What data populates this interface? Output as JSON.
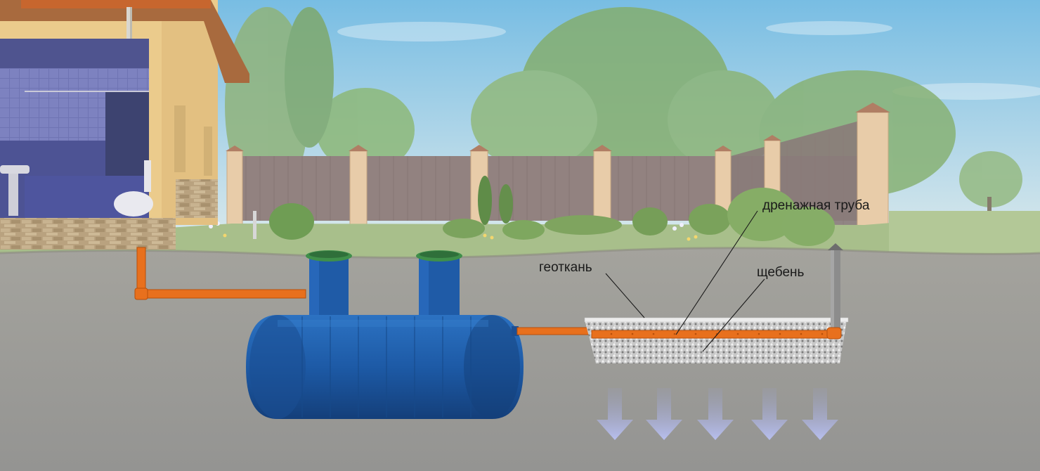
{
  "labels": {
    "geotextile": "геоткань",
    "gravel": "щебень",
    "drain_pipe": "дренажная труба"
  },
  "colors": {
    "sky_top": "#7fc0e2",
    "sky_bottom": "#d4e8ef",
    "tank": "#1e5fae",
    "tank_dark": "#123f7c",
    "hatch_cap": "#3f8f4a",
    "pipe": "#e86f1c",
    "soil": "#9a9a98",
    "grass": "#a9c08c",
    "fence_panel": "#8f7f7d",
    "brick_pillar": "#e7c9a6",
    "house_wall": "#e9c98a",
    "roof": "#c7662e",
    "arrow": "#b7bde6"
  }
}
